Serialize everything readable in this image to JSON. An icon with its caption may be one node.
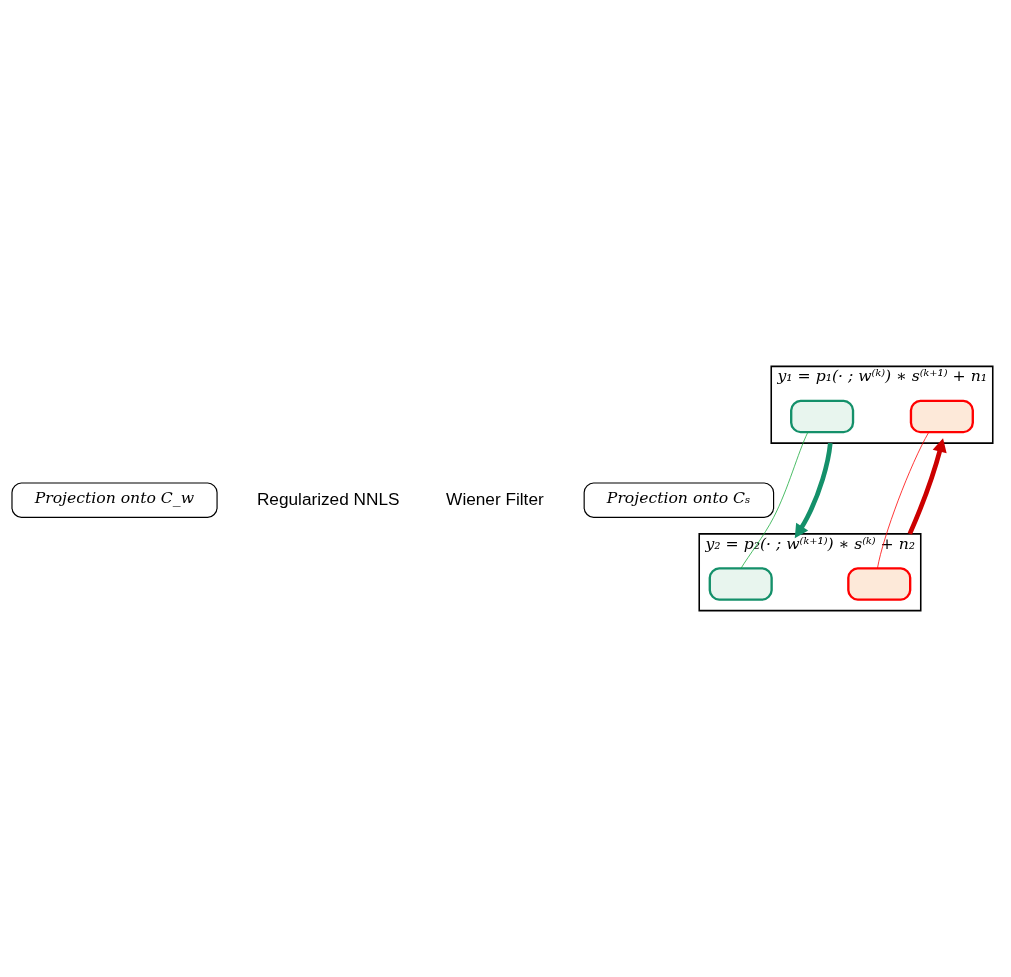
{
  "diagram": {
    "nodes": [
      {
        "text": [
          "y₁ = p₁(· ; w⁽ᵏ⁾) ∗ s⁽ᵏ⁺¹⁾ + n₁"
        ]
      },
      {
        "text": [],
        "shape": "box",
        "in": 0
      },
      {
        "text": [],
        "shape": "box",
        "in": 0
      },
      {
        "text": [
          "Projection onto Cₛ"
        ]
      },
      {
        "text": [
          "Projection onto C_w"
        ]
      },
      {
        "text": [
          "y₂ = p₂(· ; w⁽ᵏ⁺¹⁾) ∗ s⁽ᵏ⁾ + n₂"
        ]
      },
      {
        "text": [],
        "shape": "box",
        "in": 5
      },
      {
        "text": [],
        "shape": "box",
        "in": 5
      }
    ],
    "edges": [
      {
        "from": 1,
        "to": 6,
        "arrow": "none",
        "color": "#1aaa3c"
      },
      {
        "from": 7,
        "to": 2,
        "arrow": "none",
        "color": "#ff0000"
      },
      {
        "from": 0,
        "to": 5,
        "arrow": "to",
        "style": "thick",
        "color": "#14906a"
      },
      {
        "from": 5,
        "to": 0,
        "arrow": "to",
        "style": "thick",
        "color": "#cc0000"
      }
    ],
    "labels": [
      "Regularized NNLS",
      "Wiener Filter"
    ]
  }
}
